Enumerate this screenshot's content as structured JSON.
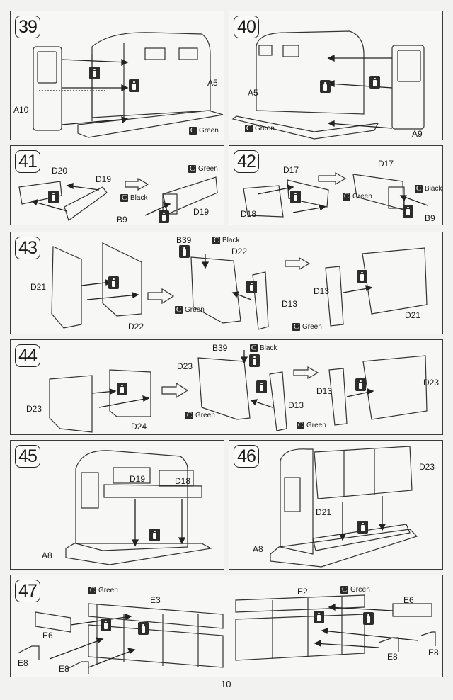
{
  "page_number": "10",
  "glue_icon": "cement-bottle-icon",
  "paint_icon": "paint-chip-icon",
  "paint_chip_letter": "C",
  "steps": [
    {
      "number": "39",
      "labels": {
        "door": "A10",
        "body": "A5"
      },
      "paints": [
        {
          "color_name": "Green"
        }
      ]
    },
    {
      "number": "40",
      "labels": {
        "door": "A9",
        "body": "A5"
      },
      "paints": [
        {
          "color_name": "Green"
        }
      ]
    },
    {
      "number": "41",
      "labels": {
        "a": "D20",
        "b": "D19",
        "c": "D19",
        "d": "B9"
      },
      "paints": [
        {
          "color_name": "Green"
        },
        {
          "color_name": "Black"
        }
      ]
    },
    {
      "number": "42",
      "labels": {
        "a": "D17",
        "b": "D18",
        "c": "D17",
        "d": "B9"
      },
      "paints": [
        {
          "color_name": "Green"
        },
        {
          "color_name": "Black"
        }
      ]
    },
    {
      "number": "43",
      "labels": {
        "a": "D21",
        "b": "D22",
        "c": "B39",
        "d": "D22",
        "e": "D13",
        "f": "D13",
        "g": "D21"
      },
      "paints": [
        {
          "color_name": "Black"
        },
        {
          "color_name": "Green"
        },
        {
          "color_name": "Green"
        }
      ]
    },
    {
      "number": "44",
      "labels": {
        "a": "D23",
        "b": "D24",
        "c": "B39",
        "d": "D23",
        "e": "D13",
        "f": "D13",
        "g": "D23"
      },
      "paints": [
        {
          "color_name": "Black"
        },
        {
          "color_name": "Green"
        },
        {
          "color_name": "Green"
        }
      ]
    },
    {
      "number": "45",
      "labels": {
        "a": "D19",
        "b": "D18",
        "c": "A8"
      }
    },
    {
      "number": "46",
      "labels": {
        "a": "D23",
        "b": "D21",
        "c": "A8"
      }
    },
    {
      "number": "47",
      "labels": {
        "e3": "E3",
        "e6l": "E6",
        "e8a": "E8",
        "e8b": "E8",
        "e2": "E2",
        "e6r": "E6",
        "e8c": "E8",
        "e8d": "E8"
      },
      "paints": [
        {
          "color_name": "Green"
        },
        {
          "color_name": "Green"
        }
      ]
    }
  ]
}
